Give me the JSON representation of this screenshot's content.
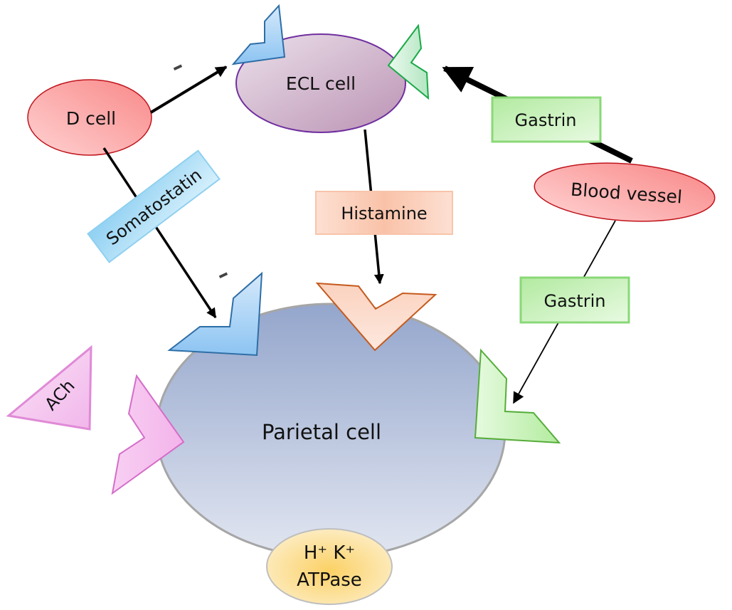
{
  "diagram": {
    "title": "Regulation of gastric acid secretion by the parietal cell",
    "nodes": {
      "d_cell": {
        "label": "D cell",
        "fill": "#f88d8d",
        "stroke": "#c0141c"
      },
      "ecl_cell": {
        "label": "ECL cell",
        "fill": "#c9a9c3",
        "stroke": "#7030a0"
      },
      "blood_vessel": {
        "label": "Blood vessel",
        "fill": "#f88d8d",
        "stroke": "#c0141c"
      },
      "parietal_cell": {
        "label": "Parietal cell",
        "fill": "#9aaace",
        "stroke": "#a6a6a6"
      },
      "proton_pump": {
        "label_line1": "H⁺ K⁺",
        "label_line2": "ATPase",
        "fill": "#fcd98a",
        "stroke": "#bfbfbf"
      }
    },
    "signals": {
      "somatostatin": {
        "label": "Somatostatin",
        "fill": "#a9d8f5",
        "stroke": "#8fd0f0"
      },
      "histamine": {
        "label": "Histamine",
        "fill": "#fbcdb8",
        "stroke": "#f8c4aa"
      },
      "gastrin_top": {
        "label": "Gastrin",
        "fill": "#c3f0b4",
        "stroke": "#8ad878"
      },
      "gastrin_bottom": {
        "label": "Gastrin",
        "fill": "#c3f0b4",
        "stroke": "#8ad878"
      },
      "ach": {
        "label": "ACh",
        "fill": "#f6c7ef",
        "stroke": "#e08ad6"
      }
    },
    "receptors": {
      "somatostatin_receptor_ecl": {
        "fill": "#a6d1f4",
        "stroke": "#2e6ea6"
      },
      "gastrin_receptor_ecl": {
        "fill": "#c8efd2",
        "stroke": "#1aaa48"
      },
      "somatostatin_receptor_parietal": {
        "fill": "#a6d1f4",
        "stroke": "#2e6ea6"
      },
      "histamine_receptor_parietal": {
        "fill": "#fcdccd",
        "stroke": "#c55a1d"
      },
      "gastrin_receptor_parietal": {
        "fill": "#c8f2bc",
        "stroke": "#56ad3a"
      },
      "ach_receptor_parietal": {
        "fill": "#f6c2ee",
        "stroke": "#d46ec8"
      }
    },
    "inhibition_marks": {
      "d_to_ecl": "–",
      "d_to_parietal": "–"
    }
  }
}
